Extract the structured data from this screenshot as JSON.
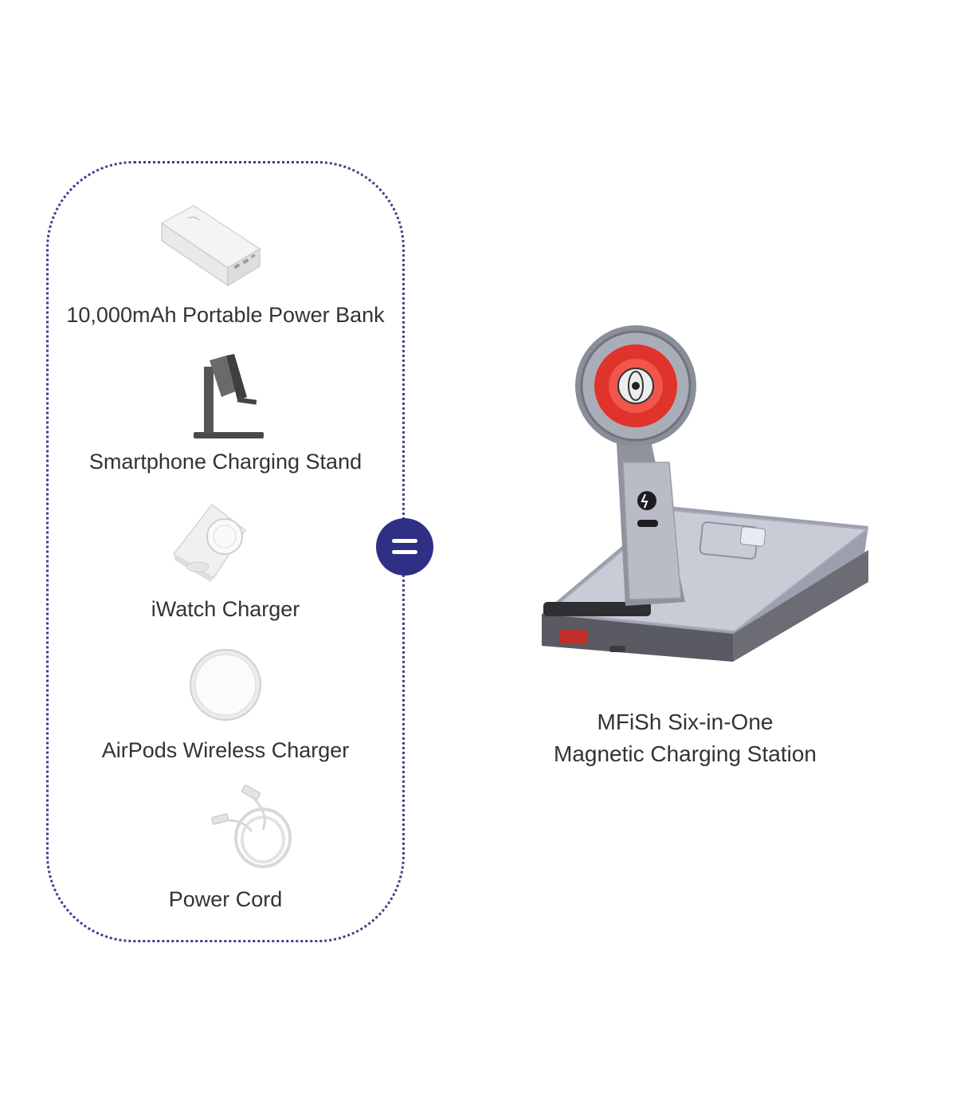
{
  "items": [
    {
      "label": "10,000mAh Portable Power Bank",
      "icon": "power-bank-icon"
    },
    {
      "label": "Smartphone Charging Stand",
      "icon": "charging-stand-icon"
    },
    {
      "label": "iWatch Charger",
      "icon": "watch-charger-icon"
    },
    {
      "label": "AirPods Wireless Charger",
      "icon": "wireless-charger-icon"
    },
    {
      "label": "Power Cord",
      "icon": "usb-cable-icon"
    }
  ],
  "equals_symbol": "equals-icon",
  "product": {
    "title_line1": "MFiSh Six-in-One",
    "title_line2": "Magnetic Charging Station"
  },
  "colors": {
    "accent": "#2f2f86",
    "border": "#3d3f8a",
    "magnet_red": "#e0332b",
    "text": "#333333"
  }
}
